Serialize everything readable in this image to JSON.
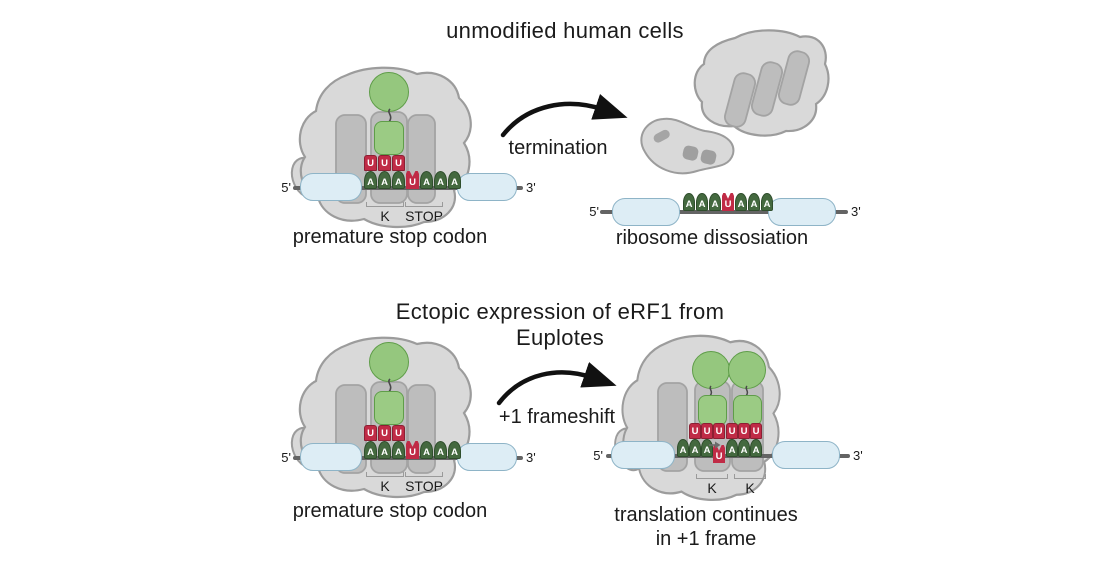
{
  "top": {
    "title": "unmodified human cells",
    "arrow_label": "termination",
    "left": {
      "caption": "premature stop codon",
      "five_prime": "5'",
      "three_prime": "3'",
      "anticodon": [
        "U",
        "U",
        "U"
      ],
      "mrna": [
        "A",
        "A",
        "A",
        "U",
        "A",
        "A",
        "A"
      ],
      "codon_label_1": "K",
      "codon_label_2": "STOP"
    },
    "right": {
      "caption": "ribosome dissosiation",
      "five_prime": "5'",
      "three_prime": "3'",
      "mrna": [
        "A",
        "A",
        "A",
        "U",
        "A",
        "A",
        "A"
      ]
    }
  },
  "bottom": {
    "title": "Ectopic expression of eRF1 from Euplotes",
    "arrow_label": "+1 frameshift",
    "left": {
      "caption": "premature stop codon",
      "five_prime": "5'",
      "three_prime": "3'",
      "anticodon": [
        "U",
        "U",
        "U"
      ],
      "mrna": [
        "A",
        "A",
        "A",
        "U",
        "A",
        "A",
        "A"
      ],
      "codon_label_1": "K",
      "codon_label_2": "STOP"
    },
    "right": {
      "caption_line1": "translation continues",
      "caption_line2": "in +1 frame",
      "five_prime": "5'",
      "three_prime": "3'",
      "anticodon": [
        "U",
        "U",
        "U",
        "U",
        "U",
        "U"
      ],
      "mrna": [
        "A",
        "A",
        "A",
        "U",
        "A",
        "A",
        "A"
      ],
      "codon_label_1": "K",
      "codon_label_2": "K"
    }
  },
  "colors": {
    "ribosome_fill": "#d9d9d9",
    "ribosome_border": "#9c9c9c",
    "channel_fill": "#bdbdbd",
    "channel_border": "#a3a3a3",
    "trna_green": "#95c77e",
    "green_border": "#5f9d49",
    "nucleotide_a": "#44693f",
    "nucleotide_u": "#c02b46",
    "utr_fill": "#ddedf5",
    "utr_border": "#8eb4c7",
    "mrna_line": "#646464",
    "arrow": "#111111"
  }
}
